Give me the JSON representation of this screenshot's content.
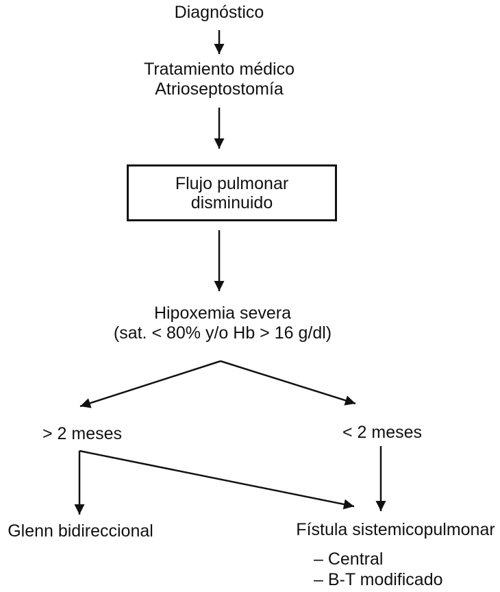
{
  "figure": {
    "background_color": "#ffffff",
    "line_color": "#111111",
    "description": "Flowchart / clinical decision algorithm"
  },
  "nodes": {
    "diagnostico": "Diagnóstico",
    "tratamiento_line1": "Tratamiento médico",
    "tratamiento_line2": "Atrioseptostomía",
    "flujo_line1": "Flujo pulmonar",
    "flujo_line2": "disminuido",
    "hipoxemia_line1": "Hipoxemia severa",
    "hipoxemia_line2": "(sat. < 80% y/o Hb > 16 g/dl)",
    "branch_left": "> 2 meses",
    "branch_right": "< 2 meses",
    "glenn": "Glenn bidireccional",
    "fistula": "Fístula sistemicopulmonar",
    "fistula_option1": "– Central",
    "fistula_option2": "– B-T modificado"
  }
}
